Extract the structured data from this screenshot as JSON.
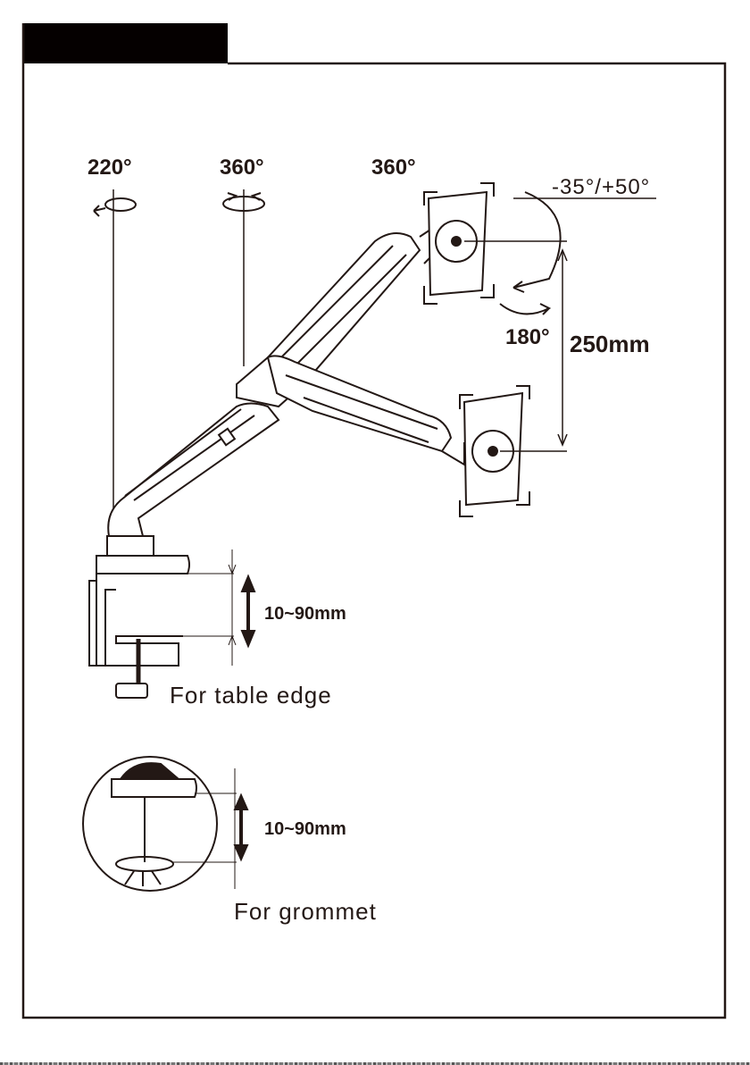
{
  "rotation_labels": {
    "base": "220°",
    "elbow": "360°",
    "head": "360°",
    "tilt": "-35°/+50°",
    "swivel": "180°"
  },
  "height_adjust": "250mm",
  "table_edge": {
    "thickness": "10~90mm",
    "caption": "For table edge"
  },
  "grommet": {
    "thickness": "10~90mm",
    "caption": "For grommet"
  }
}
